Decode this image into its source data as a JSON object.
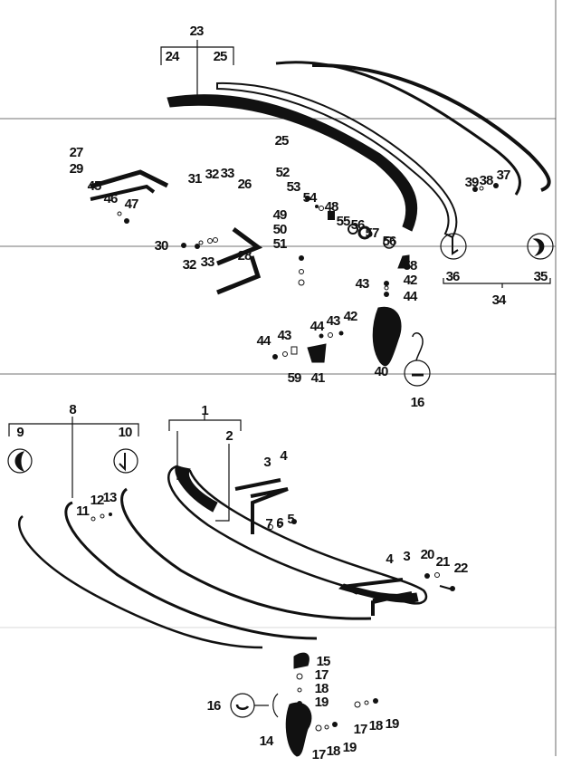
{
  "callouts_top": [
    "23",
    "24",
    "25",
    "25",
    "27",
    "29",
    "45",
    "46",
    "47",
    "31",
    "32",
    "33",
    "26",
    "30",
    "32",
    "33",
    "28",
    "52",
    "53",
    "54",
    "48",
    "49",
    "50",
    "51",
    "55",
    "56",
    "57",
    "56",
    "39",
    "38",
    "37",
    "36",
    "35",
    "34",
    "58",
    "42",
    "43",
    "44",
    "42",
    "43",
    "44",
    "44",
    "43",
    "59",
    "41",
    "40",
    "16"
  ],
  "callouts_bottom": [
    "8",
    "9",
    "10",
    "1",
    "2",
    "3",
    "4",
    "7",
    "6",
    "5",
    "4",
    "3",
    "20",
    "21",
    "22",
    "11",
    "12",
    "13",
    "15",
    "17",
    "18",
    "19",
    "16",
    "14",
    "17",
    "18",
    "19",
    "17",
    "18",
    "19"
  ]
}
